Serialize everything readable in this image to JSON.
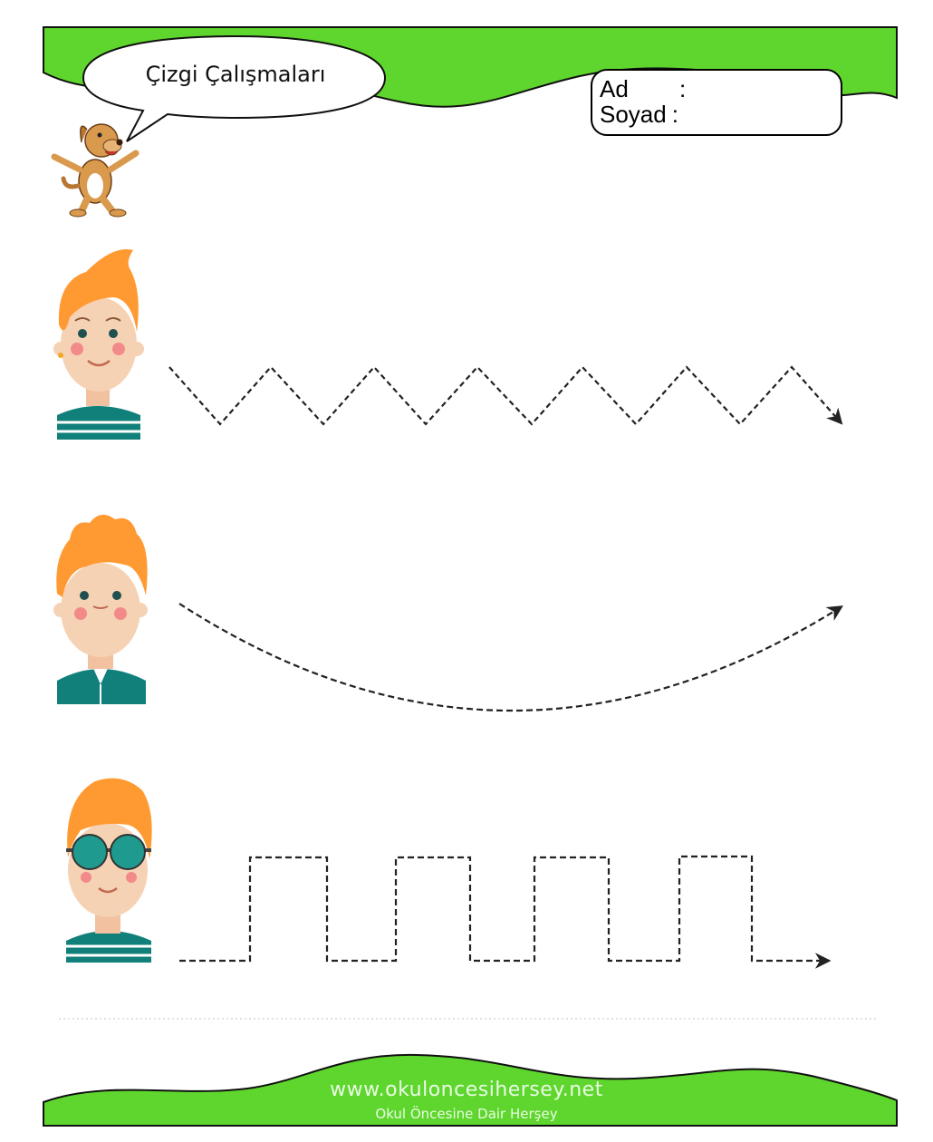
{
  "header": {
    "title": "Çizgi Çalışmaları",
    "name_label": "Ad",
    "surname_label": "Soyad",
    "separator": ":"
  },
  "footer": {
    "url": "www.okuloncesihersey.net",
    "tagline": "Okul Öncesine Dair Herşey"
  },
  "exercises": [
    {
      "pattern": "zigzag",
      "character": "boy-with-quiff-striped-shirt"
    },
    {
      "pattern": "curve",
      "character": "boy-with-curly-hair-collar-shirt"
    },
    {
      "pattern": "square-wave",
      "character": "boy-with-sunglasses-striped-shirt"
    }
  ],
  "colors": {
    "banner_green": "#5fd62e",
    "hair_orange": "#ff9a33",
    "skin": "#f6d2b5",
    "shirt_teal": "#11807a",
    "line_dark": "#222222"
  }
}
